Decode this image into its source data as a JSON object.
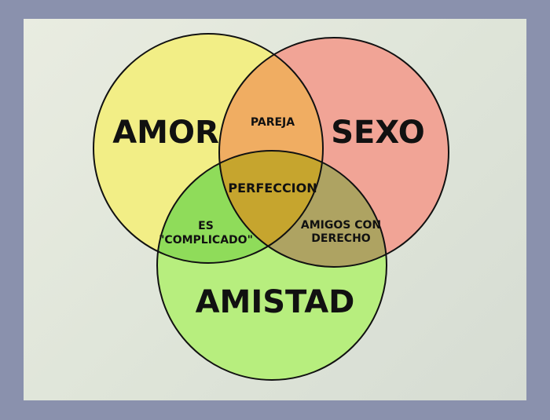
{
  "diagram": {
    "sets": {
      "amor": "AMOR",
      "sexo": "SEXO",
      "amistad": "AMISTAD"
    },
    "intersections": {
      "amor_sexo": "PAREJA",
      "all": "PERFECCION",
      "amor_amistad_line1": "ES",
      "amor_amistad_line2": "\"COMPLICADO\"",
      "sexo_amistad_line1": "AMIGOS CON",
      "sexo_amistad_line2": "DERECHO"
    },
    "colors": {
      "amor": "#f2ee86",
      "sexo": "#f1a496",
      "amistad": "#b7ee7e",
      "amor_sexo": "#f0ad62",
      "amor_amistad": "#8fdc5a",
      "sexo_amistad": "#aea362",
      "all": "#c6a52e",
      "outline": "#111111"
    }
  }
}
